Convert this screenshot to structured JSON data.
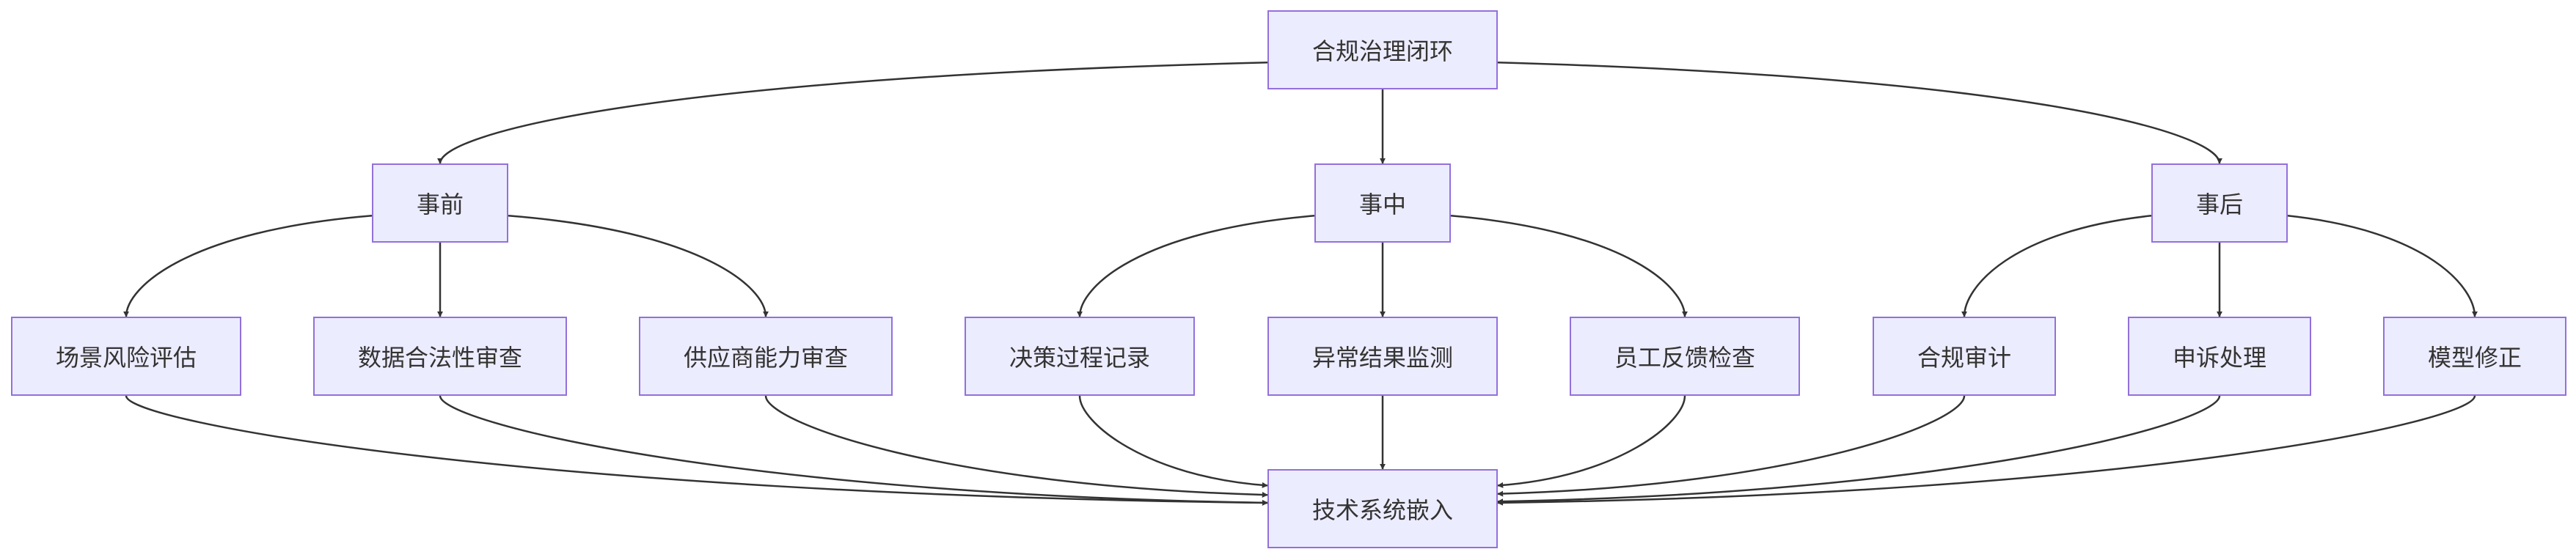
{
  "diagram": {
    "type": "flowchart",
    "colors": {
      "node_fill": "#ececff",
      "node_border": "#9370db",
      "edge": "#333333",
      "text": "#333333"
    },
    "nodes": {
      "root": "合规治理闭环",
      "before": "事前",
      "during": "事中",
      "after": "事后",
      "scene_risk": "场景风险评估",
      "data_legality": "数据合法性审查",
      "supplier_review": "供应商能力审查",
      "decision_log": "决策过程记录",
      "anomaly_monitor": "异常结果监测",
      "staff_feedback": "员工反馈检查",
      "compliance_audit": "合规审计",
      "appeal_handling": "申诉处理",
      "model_fix": "模型修正",
      "tech_embed": "技术系统嵌入"
    },
    "edges": [
      [
        "root",
        "before"
      ],
      [
        "root",
        "during"
      ],
      [
        "root",
        "after"
      ],
      [
        "before",
        "scene_risk"
      ],
      [
        "before",
        "data_legality"
      ],
      [
        "before",
        "supplier_review"
      ],
      [
        "during",
        "decision_log"
      ],
      [
        "during",
        "anomaly_monitor"
      ],
      [
        "during",
        "staff_feedback"
      ],
      [
        "after",
        "compliance_audit"
      ],
      [
        "after",
        "appeal_handling"
      ],
      [
        "after",
        "model_fix"
      ],
      [
        "scene_risk",
        "tech_embed"
      ],
      [
        "data_legality",
        "tech_embed"
      ],
      [
        "supplier_review",
        "tech_embed"
      ],
      [
        "decision_log",
        "tech_embed"
      ],
      [
        "anomaly_monitor",
        "tech_embed"
      ],
      [
        "staff_feedback",
        "tech_embed"
      ],
      [
        "compliance_audit",
        "tech_embed"
      ],
      [
        "appeal_handling",
        "tech_embed"
      ],
      [
        "model_fix",
        "tech_embed"
      ]
    ]
  }
}
